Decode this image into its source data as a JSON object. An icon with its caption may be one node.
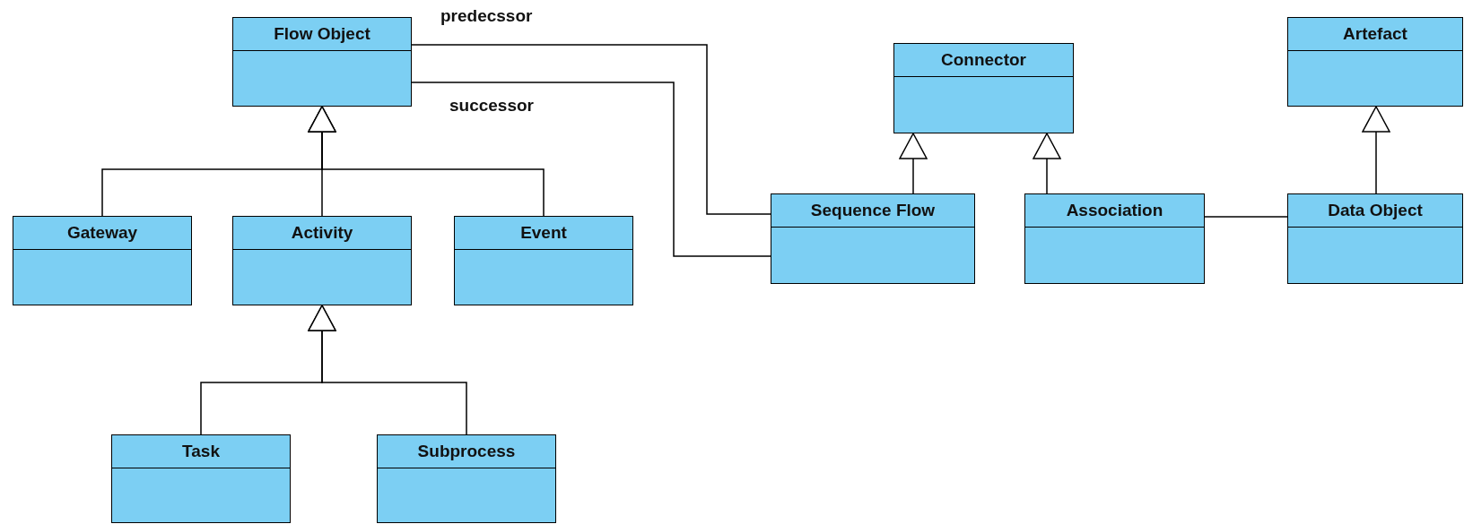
{
  "diagram": {
    "nodes": [
      {
        "text": [
          "Flow Object"
        ]
      },
      {
        "text": [
          "Gateway"
        ]
      },
      {
        "text": [
          "Activity"
        ]
      },
      {
        "text": [
          "Event"
        ]
      },
      {
        "text": [
          "Task"
        ]
      },
      {
        "text": [
          "Subprocess"
        ]
      },
      {
        "text": [
          "Connector"
        ]
      },
      {
        "text": [
          "Sequence Flow"
        ]
      },
      {
        "text": [
          "Association"
        ]
      },
      {
        "text": [
          "Artefact"
        ]
      },
      {
        "text": [
          "Data Object"
        ]
      }
    ],
    "edges": [
      {
        "from": 1,
        "to": 0,
        "arrow": "to"
      },
      {
        "from": 2,
        "to": 0,
        "arrow": "to"
      },
      {
        "from": 3,
        "to": 0,
        "arrow": "to"
      },
      {
        "from": 4,
        "to": 2,
        "arrow": "to"
      },
      {
        "from": 5,
        "to": 2,
        "arrow": "to"
      },
      {
        "from": 7,
        "to": 6,
        "arrow": "to"
      },
      {
        "from": 8,
        "to": 6,
        "arrow": "to"
      },
      {
        "from": 10,
        "to": 9,
        "arrow": "to"
      },
      {
        "from": 8,
        "to": 10,
        "arrow": "none"
      },
      {
        "from": 0,
        "to": 7,
        "arrow": "none",
        "label": "predecssor"
      },
      {
        "from": 0,
        "to": 7,
        "arrow": "none",
        "label": "successor"
      }
    ]
  }
}
